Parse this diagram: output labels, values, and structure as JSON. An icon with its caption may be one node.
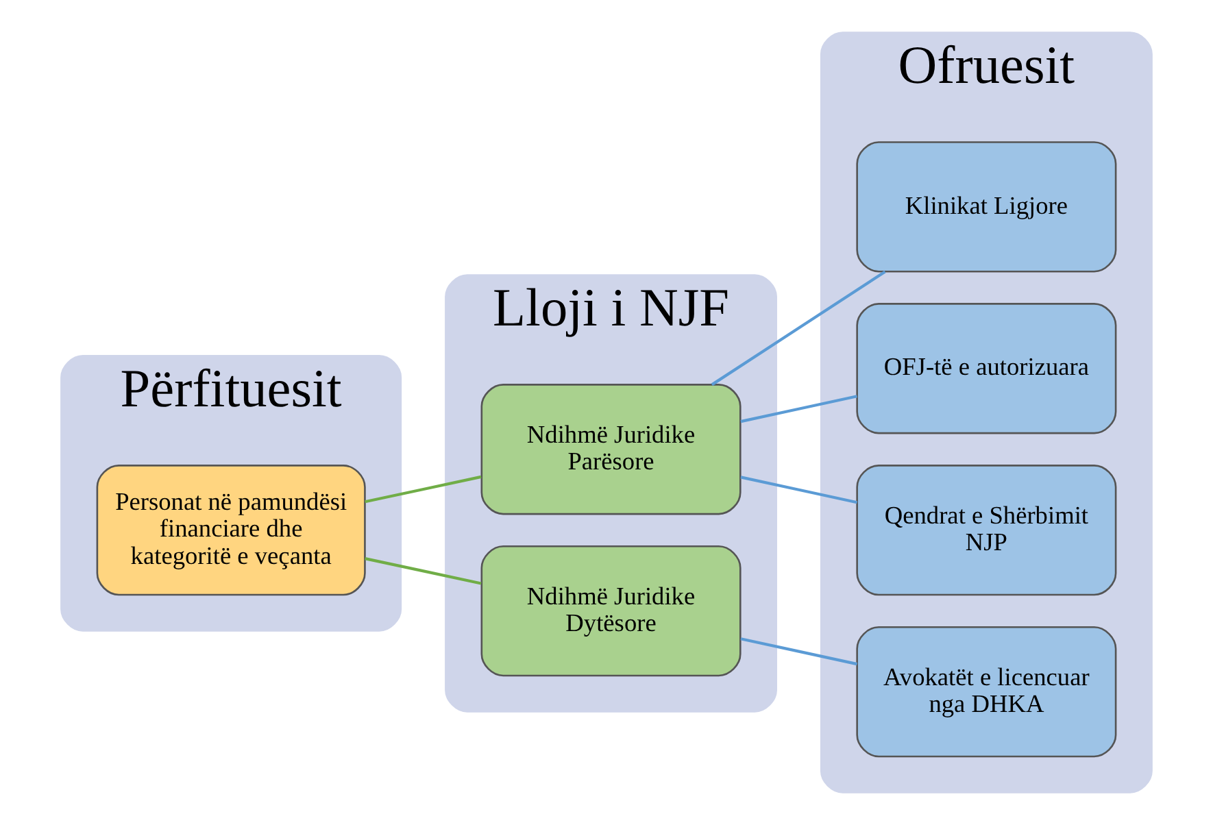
{
  "diagram": {
    "nodes": [
      {
        "text": [
          "Përfituesit"
        ]
      },
      {
        "text": [
          "Personat në pamundësi financiare dhe kategoritë e veçanta"
        ],
        "in": 0
      },
      {
        "text": [
          "Lloji i NJF"
        ]
      },
      {
        "text": [
          "Ndihmë Juridike Parësore"
        ],
        "in": 2
      },
      {
        "text": [
          "Ndihmë Juridike Dytësore"
        ],
        "in": 2
      },
      {
        "text": [
          "Ofruesit"
        ]
      },
      {
        "text": [
          "Klinikat Ligjore"
        ],
        "in": 5
      },
      {
        "text": [
          "OFJ-të e autorizuara"
        ],
        "in": 5
      },
      {
        "text": [
          "Qendrat e Shërbimit NJP"
        ],
        "in": 5
      },
      {
        "text": [
          "Avokatët e licencuar nga DHKA"
        ],
        "in": 5
      }
    ],
    "edges": [
      {
        "from": 1,
        "to": 3,
        "arrow": "none",
        "color": "#70ad47"
      },
      {
        "from": 1,
        "to": 4,
        "arrow": "none",
        "color": "#70ad47"
      },
      {
        "from": 3,
        "to": 6,
        "arrow": "none",
        "color": "#5b9bd5"
      },
      {
        "from": 3,
        "to": 7,
        "arrow": "none",
        "color": "#5b9bd5"
      },
      {
        "from": 3,
        "to": 8,
        "arrow": "none",
        "color": "#5b9bd5"
      },
      {
        "from": 4,
        "to": 9,
        "arrow": "none",
        "color": "#5b9bd5"
      }
    ]
  }
}
